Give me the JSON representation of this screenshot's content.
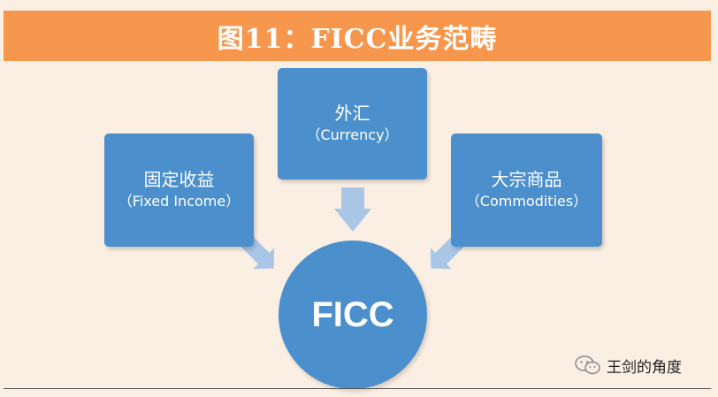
{
  "title": "图11：FICC业务范畴",
  "center": {
    "label": "FICC"
  },
  "nodes": {
    "fixed_income": {
      "cn": "固定收益",
      "en": "（Fixed Income）"
    },
    "currency": {
      "cn": "外汇",
      "en": "（Currency）"
    },
    "commodities": {
      "cn": "大宗商品",
      "en": "（Commodities）"
    }
  },
  "watermark": {
    "text": "王剑的角度",
    "icon": "wechat-icon"
  },
  "colors": {
    "title_bg": "#f7974d",
    "background": "#fbeee2",
    "box": "#4b8fcc",
    "arrow": "#a9c6e6"
  }
}
